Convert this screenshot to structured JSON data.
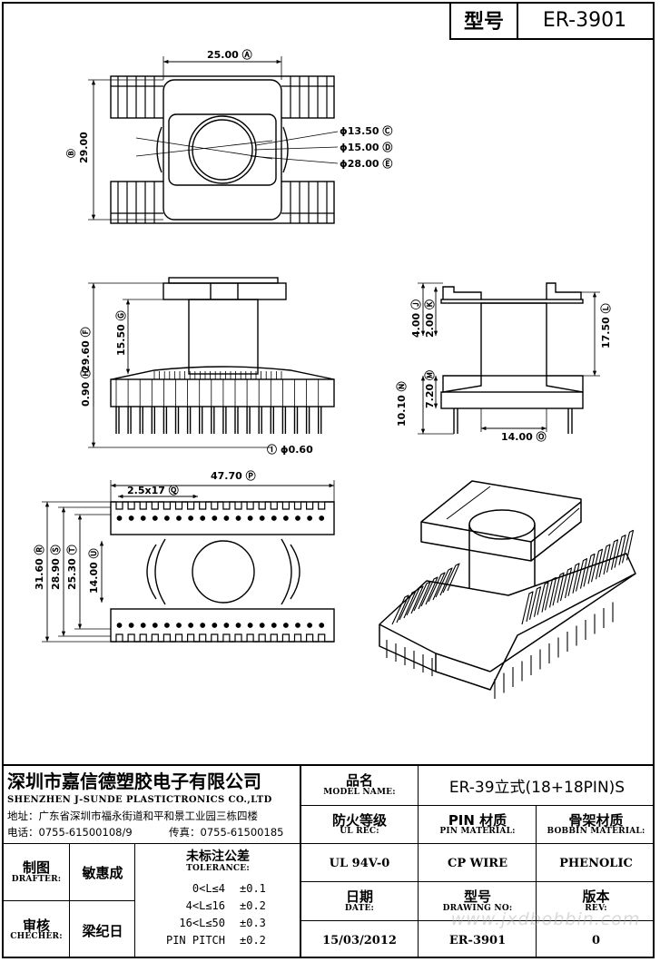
{
  "header": {
    "model_label": "型号",
    "model_value": "ER-3901"
  },
  "dimensions": {
    "top_width": "25.00 Ⓐ",
    "top_height_label": "Ⓑ",
    "top_height": "29.00",
    "dia_c": "ϕ13.50 Ⓒ",
    "dia_d": "ϕ15.00 Ⓓ",
    "dia_e": "ϕ28.00 Ⓔ",
    "front_total": "29.60 Ⓕ",
    "front_upper": "15.50 Ⓖ",
    "front_flange": "0.90 Ⓗ",
    "pin_dia": "Ⓘ ϕ0.60",
    "side_a": "4.00 Ⓙ",
    "side_b": "2.00 Ⓚ",
    "side_c": "17.50 Ⓛ",
    "side_d": "7.20 Ⓜ",
    "side_e": "10.10 Ⓝ",
    "side_width": "14.00 Ⓞ",
    "bottom_width": "47.70 Ⓟ",
    "pitch": "2.5x17 Ⓠ",
    "bottom_h1": "31.60 Ⓡ",
    "bottom_h2": "28.90 Ⓢ",
    "bottom_h3": "25.30 Ⓣ",
    "bottom_h4": "14.00 Ⓤ"
  },
  "company": {
    "name_cn": "深圳市嘉信德塑胶电子有限公司",
    "name_en": "SHENZHEN J-SUNDE PLASTICTRONICS CO.,LTD",
    "address": "地址：广东省深圳市福永街道和平和景工业园三栋四楼",
    "phone": "电话：0755-61500108/9",
    "fax": "传真：0755-61500185"
  },
  "title_block": {
    "model_name_cn": "品名",
    "model_name_en": "MODEL NAME:",
    "model_name_value": "ER-39立式(18+18PIN)S",
    "ul_cn": "防火等级",
    "ul_en": "UL REC:",
    "pin_cn": "PIN 材质",
    "pin_en": "PIN MATERIAL:",
    "bobbin_cn": "骨架材质",
    "bobbin_en": "BOBBIN MATERIAL:",
    "ul_value": "UL 94V-0",
    "pin_value": "CP WIRE",
    "bobbin_value": "PHENOLIC",
    "drafter_cn": "制图",
    "drafter_en": "DRAFTER:",
    "drafter_name": "敏惠成",
    "tolerance_cn": "未标注公差",
    "tolerance_en": "TOLERANCE:",
    "tolerances": [
      {
        "range": "0<L≤4",
        "value": "±0.1"
      },
      {
        "range": "4<L≤16",
        "value": "±0.2"
      },
      {
        "range": "16<L≤50",
        "value": "±0.3"
      },
      {
        "range": "PIN PITCH",
        "value": "±0.2"
      }
    ],
    "checker_cn": "审核",
    "checker_en": "CHECHER:",
    "checker_name": "梁纪日",
    "date_cn": "日期",
    "date_en": "DATE:",
    "date_value": "15/03/2012",
    "drawing_cn": "型号",
    "drawing_en": "DRAWING NO:",
    "drawing_value": "ER-3901",
    "rev_cn": "版本",
    "rev_en": "REV:",
    "rev_value": "0"
  },
  "watermark": "www.jxdbobbin.com"
}
